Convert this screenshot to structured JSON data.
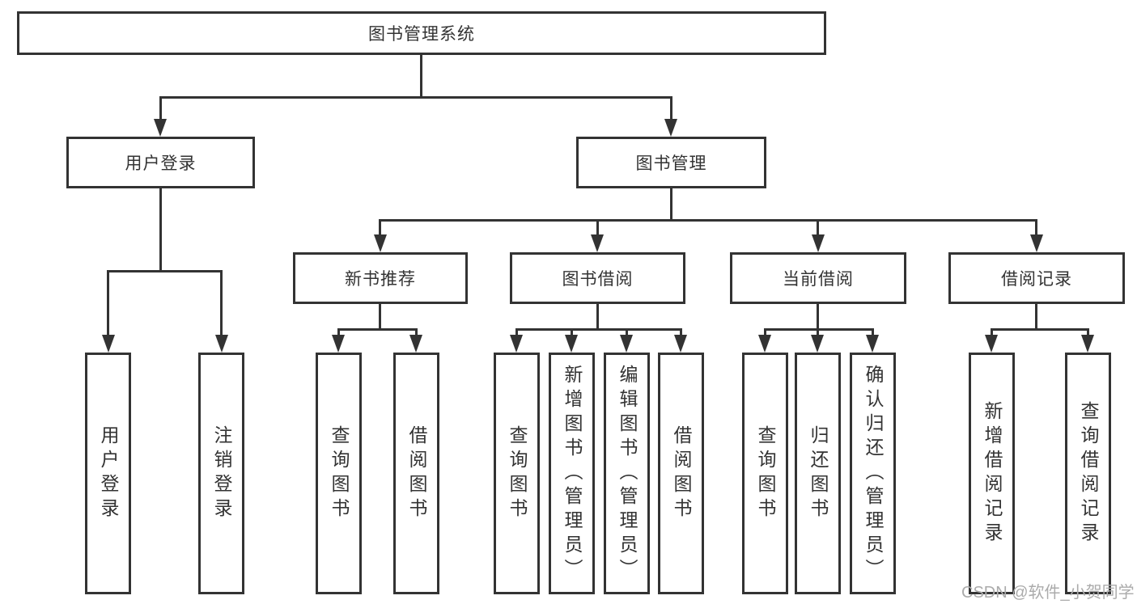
{
  "diagram": {
    "title": "图书管理系统",
    "level2": {
      "user_login": "用户登录",
      "book_management": "图书管理"
    },
    "level3": {
      "new_book": "新书推荐",
      "book_borrow": "图书借阅",
      "current_borrow": "当前借阅",
      "borrow_record": "借阅记录"
    },
    "leaves": {
      "user_login_login": "用户登录",
      "user_login_logout": "注销登录",
      "new_book_query": "查询图书",
      "new_book_borrow": "借阅图书",
      "book_borrow_query": "查询图书",
      "book_borrow_add": "新增图书（管理员）",
      "book_borrow_edit": "编辑图书（管理员）",
      "book_borrow_borrow": "借阅图书",
      "current_query": "查询图书",
      "current_return": "归还图书",
      "current_confirm": "确认归还（管理员）",
      "record_add": "新增借阅记录",
      "record_query": "查询借阅记录"
    },
    "watermark": "CSDN @软件_小贺同学",
    "colors": {
      "line": "#333333",
      "text": "#333333",
      "watermark_text": "#ababab",
      "background": "#ffffff"
    }
  }
}
